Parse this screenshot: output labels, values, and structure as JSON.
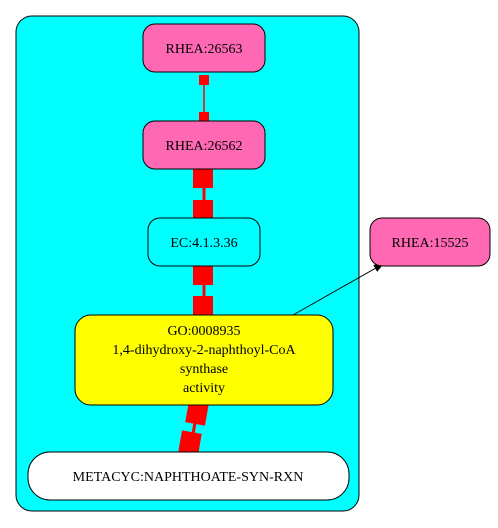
{
  "diagram": {
    "colors": {
      "cluster_fill": "#00ffff",
      "rhea_fill": "#ff69b4",
      "go_fill": "#ffff00",
      "ec_fill": "#00ffff",
      "metacyc_fill": "#ffffff",
      "edge_red": "#ff0000",
      "edge_black": "#000000"
    },
    "nodes": {
      "rhea_26563": {
        "label": "RHEA:26563"
      },
      "rhea_26562": {
        "label": "RHEA:26562"
      },
      "ec": {
        "label": "EC:4.1.3.36"
      },
      "go": {
        "lines": [
          "GO:0008935",
          "1,4-dihydroxy-2-naphthoyl-CoA",
          "synthase",
          "activity"
        ]
      },
      "metacyc": {
        "label": "METACYC:NAPHTHOATE-SYN-RXN"
      },
      "rhea_15525": {
        "label": "RHEA:15525"
      }
    },
    "edges": [
      {
        "from": "rhea_26563",
        "to": "rhea_26562",
        "style": "red-thin"
      },
      {
        "from": "rhea_26562",
        "to": "ec",
        "style": "red-thick"
      },
      {
        "from": "ec",
        "to": "go",
        "style": "red-thick"
      },
      {
        "from": "go",
        "to": "metacyc",
        "style": "red-thick"
      },
      {
        "from": "go",
        "to": "rhea_15525",
        "style": "black-arrow"
      }
    ]
  }
}
